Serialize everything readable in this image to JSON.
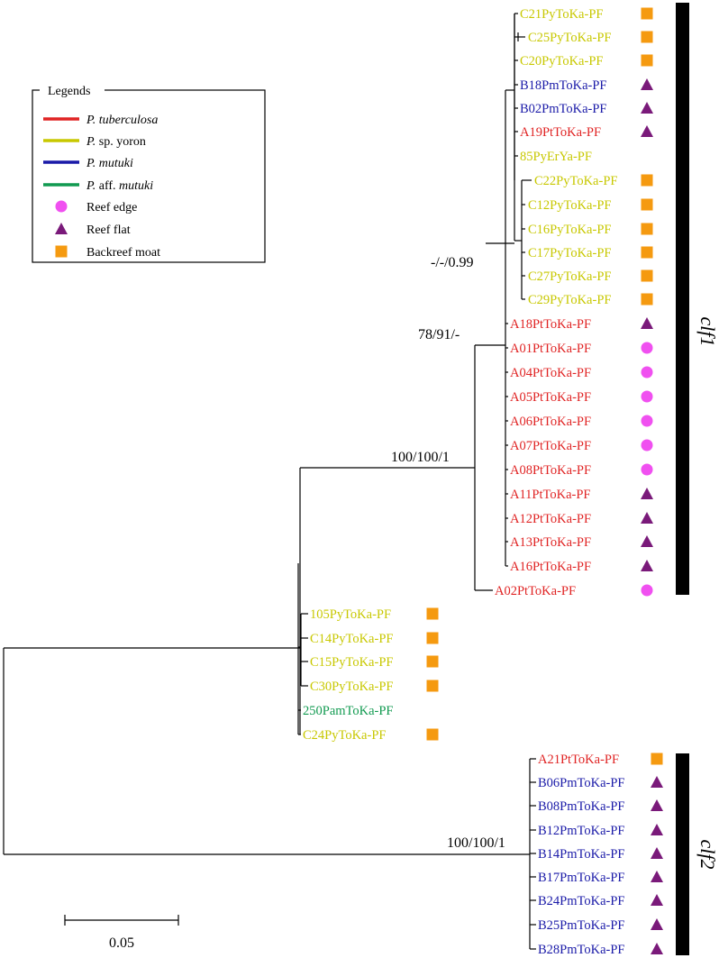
{
  "colors": {
    "tuberculosa": "#e02424",
    "yoron": "#c8c800",
    "mutuki": "#1a1aa8",
    "aff_mutuki": "#119a50",
    "reef_edge": "#f050f0",
    "reef_flat": "#7a1a7a",
    "backreef_moat": "#f59a10",
    "branch": "#000000"
  },
  "legend": {
    "title": "Legends",
    "species": [
      {
        "prefix": "P.",
        "name": "tuberculosa",
        "italic_name": true,
        "color_key": "tuberculosa"
      },
      {
        "prefix": "P.",
        "name": "sp. yoron",
        "italic_name": false,
        "color_key": "yoron"
      },
      {
        "prefix": "P.",
        "name": "mutuki",
        "italic_name": true,
        "color_key": "mutuki"
      },
      {
        "prefix": "P.",
        "name_plain": "aff. ",
        "name": "mutuki",
        "italic_name": true,
        "color_key": "aff_mutuki"
      }
    ],
    "habitats": [
      {
        "label": "Reef edge",
        "shape": "circle",
        "color_key": "reef_edge"
      },
      {
        "label": "Reef flat",
        "shape": "triangle",
        "color_key": "reef_flat"
      },
      {
        "label": "Backreef moat",
        "shape": "square",
        "color_key": "backreef_moat"
      }
    ]
  },
  "taxa": [
    {
      "name": "C21PyToKa-PF",
      "color_key": "yoron",
      "habitat": "square"
    },
    {
      "name": "C25PyToKa-PF",
      "color_key": "yoron",
      "habitat": "square"
    },
    {
      "name": "C20PyToKa-PF",
      "color_key": "yoron",
      "habitat": "square"
    },
    {
      "name": "B18PmToKa-PF",
      "color_key": "mutuki",
      "habitat": "triangle"
    },
    {
      "name": "B02PmToKa-PF",
      "color_key": "mutuki",
      "habitat": "triangle"
    },
    {
      "name": "A19PtToKa-PF",
      "color_key": "tuberculosa",
      "habitat": "triangle"
    },
    {
      "name": "85PyErYa-PF",
      "color_key": "yoron",
      "habitat": null
    },
    {
      "name": "C22PyToKa-PF",
      "color_key": "yoron",
      "habitat": "square"
    },
    {
      "name": "C12PyToKa-PF",
      "color_key": "yoron",
      "habitat": "square"
    },
    {
      "name": "C16PyToKa-PF",
      "color_key": "yoron",
      "habitat": "square"
    },
    {
      "name": "C17PyToKa-PF",
      "color_key": "yoron",
      "habitat": "square"
    },
    {
      "name": "C27PyToKa-PF",
      "color_key": "yoron",
      "habitat": "square"
    },
    {
      "name": "C29PyToKa-PF",
      "color_key": "yoron",
      "habitat": "square"
    },
    {
      "name": "A18PtToKa-PF",
      "color_key": "tuberculosa",
      "habitat": "triangle"
    },
    {
      "name": "A01PtToKa-PF",
      "color_key": "tuberculosa",
      "habitat": "circle"
    },
    {
      "name": "A04PtToKa-PF",
      "color_key": "tuberculosa",
      "habitat": "circle"
    },
    {
      "name": "A05PtToKa-PF",
      "color_key": "tuberculosa",
      "habitat": "circle"
    },
    {
      "name": "A06PtToKa-PF",
      "color_key": "tuberculosa",
      "habitat": "circle"
    },
    {
      "name": "A07PtToKa-PF",
      "color_key": "tuberculosa",
      "habitat": "circle"
    },
    {
      "name": "A08PtToKa-PF",
      "color_key": "tuberculosa",
      "habitat": "circle"
    },
    {
      "name": "A11PtToKa-PF",
      "color_key": "tuberculosa",
      "habitat": "triangle"
    },
    {
      "name": "A12PtToKa-PF",
      "color_key": "tuberculosa",
      "habitat": "triangle"
    },
    {
      "name": "A13PtToKa-PF",
      "color_key": "tuberculosa",
      "habitat": "triangle"
    },
    {
      "name": "A16PtToKa-PF",
      "color_key": "tuberculosa",
      "habitat": "triangle"
    },
    {
      "name": "A02PtToKa-PF",
      "color_key": "tuberculosa",
      "habitat": "circle"
    },
    {
      "name": "105PyToKa-PF",
      "color_key": "yoron",
      "habitat": "square"
    },
    {
      "name": "C14PyToKa-PF",
      "color_key": "yoron",
      "habitat": "square"
    },
    {
      "name": "C15PyToKa-PF",
      "color_key": "yoron",
      "habitat": "square"
    },
    {
      "name": "C30PyToKa-PF",
      "color_key": "yoron",
      "habitat": "square"
    },
    {
      "name": "250PamToKa-PF",
      "color_key": "aff_mutuki",
      "habitat": null
    },
    {
      "name": "C24PyToKa-PF",
      "color_key": "yoron",
      "habitat": "square"
    },
    {
      "name": "A21PtToKa-PF",
      "color_key": "tuberculosa",
      "habitat": "square"
    },
    {
      "name": "B06PmToKa-PF",
      "color_key": "mutuki",
      "habitat": "triangle"
    },
    {
      "name": "B08PmToKa-PF",
      "color_key": "mutuki",
      "habitat": "triangle"
    },
    {
      "name": "B12PmToKa-PF",
      "color_key": "mutuki",
      "habitat": "triangle"
    },
    {
      "name": "B14PmToKa-PF",
      "color_key": "mutuki",
      "habitat": "triangle"
    },
    {
      "name": "B17PmToKa-PF",
      "color_key": "mutuki",
      "habitat": "triangle"
    },
    {
      "name": "B24PmToKa-PF",
      "color_key": "mutuki",
      "habitat": "triangle"
    },
    {
      "name": "B25PmToKa-PF",
      "color_key": "mutuki",
      "habitat": "triangle"
    },
    {
      "name": "B28PmToKa-PF",
      "color_key": "mutuki",
      "habitat": "triangle"
    }
  ],
  "support_values": {
    "node_a": "-/-/0.99",
    "node_b": "78/91/-",
    "node_c": "100/100/1",
    "node_d": "100/100/1"
  },
  "clades": {
    "clade1": "clf1",
    "clade2": "clf2"
  },
  "scale_bar": {
    "label": "0.05"
  }
}
